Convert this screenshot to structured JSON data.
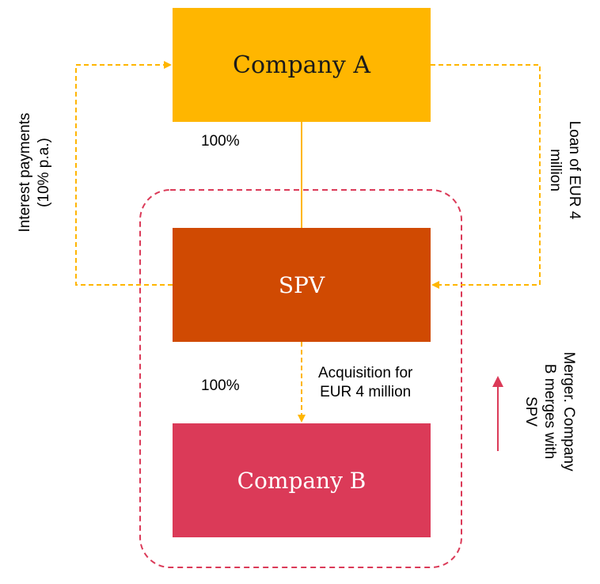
{
  "nodes": {
    "company_a": "Company A",
    "spv": "SPV",
    "company_b": "Company B"
  },
  "labels": {
    "ownership_a_spv": "100%",
    "ownership_spv_b": "100%",
    "acquisition_line1": "Acquisition for",
    "acquisition_line2": "EUR 4 million",
    "interest_line1": "Interest payments",
    "interest_line2": "(10% p.a.)",
    "loan_line1": "Loan of EUR 4",
    "loan_line2": "million",
    "merger_line1": "Merger. Company",
    "merger_line2": "B merges with",
    "merger_line3": "SPV"
  },
  "colors": {
    "company_a": "#FFB600",
    "spv": "#D04A02",
    "company_b": "#DB3A58",
    "flow_line": "#FFB600",
    "merger_boundary": "#DB3A58",
    "merger_arrow": "#DB3A58"
  }
}
